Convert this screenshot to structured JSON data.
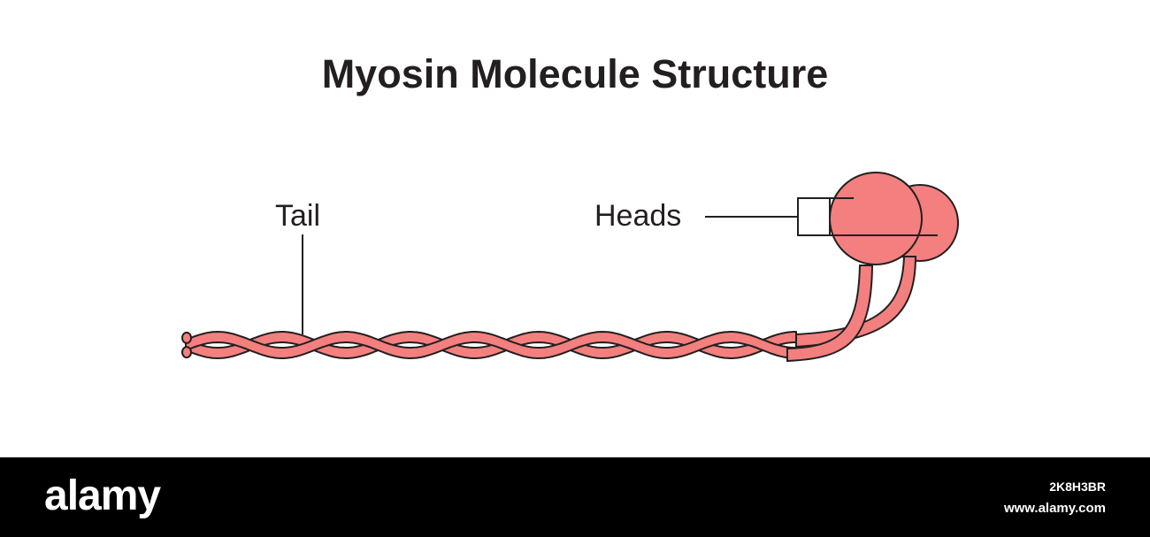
{
  "title": "Myosin Molecule Structure",
  "labels": {
    "tail": "Tail",
    "heads": "Heads"
  },
  "colors": {
    "fill": "#f47f7f",
    "stroke": "#231f20",
    "background": "#ffffff",
    "footer_background": "#000000",
    "footer_text": "#ffffff"
  },
  "footer": {
    "brand": "alamy",
    "image_id": "2K8H3BR",
    "url": "www.alamy.com"
  }
}
